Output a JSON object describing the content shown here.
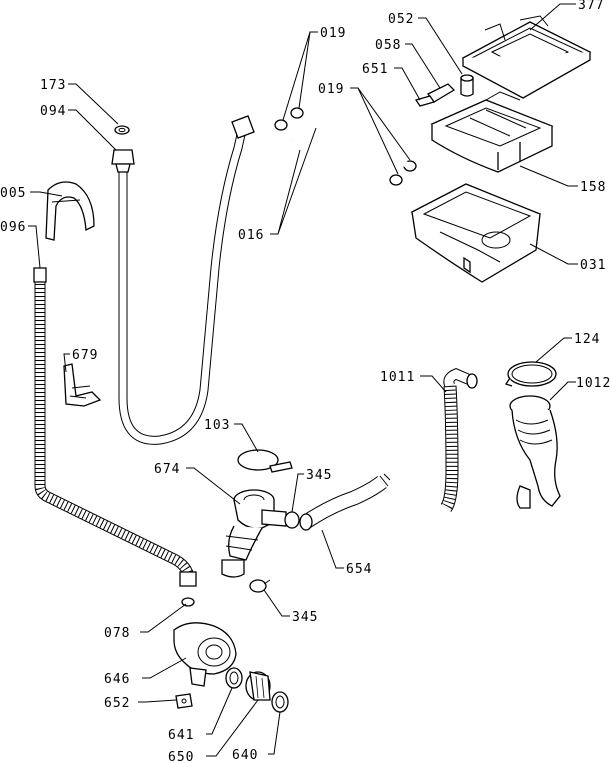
{
  "diagram": {
    "labels": {
      "p377": "377",
      "p052": "052",
      "p058": "058",
      "p651": "651",
      "p019a": "019",
      "p019b": "019",
      "p173": "173",
      "p094": "094",
      "p005": "005",
      "p096": "096",
      "p016": "016",
      "p158": "158",
      "p031": "031",
      "p679": "679",
      "p124": "124",
      "p1011": "1011",
      "p1012": "1012",
      "p103": "103",
      "p674": "674",
      "p345a": "345",
      "p654": "654",
      "p345b": "345",
      "p078": "078",
      "p646": "646",
      "p652": "652",
      "p641": "641",
      "p650": "650",
      "p640": "640"
    }
  }
}
